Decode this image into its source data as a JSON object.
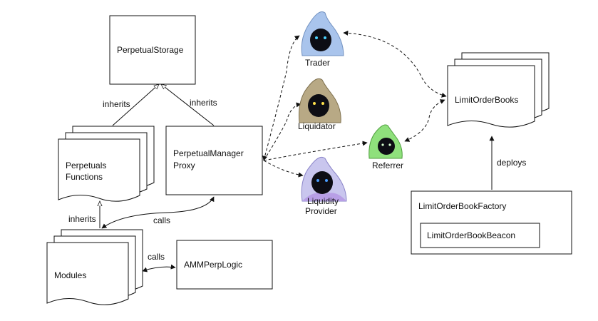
{
  "nodes": {
    "perpetual_storage": "PerpetualStorage",
    "perpetuals_functions_line1": "Perpetuals",
    "perpetuals_functions_line2": "Functions",
    "perpetual_manager_proxy_line1": "PerpetualManager",
    "perpetual_manager_proxy_line2": "Proxy",
    "modules": "Modules",
    "amm_perp_logic": "AMMPerpLogic",
    "limit_order_books": "LimitOrderBooks",
    "limit_order_book_factory": "LimitOrderBookFactory",
    "limit_order_book_beacon": "LimitOrderBookBeacon"
  },
  "actors": {
    "trader": "Trader",
    "liquidator": "Liquidator",
    "referrer": "Referrer",
    "liquidity_provider_line1": "Liquidity",
    "liquidity_provider_line2": "Provider"
  },
  "edges": {
    "inherits_left": "inherits",
    "inherits_right": "inherits",
    "inherits_modules": "inherits",
    "calls_proxy": "calls",
    "calls_amm": "calls",
    "deploys": "deploys"
  },
  "actor_colors": {
    "trader": "#a9c4ec",
    "liquidator": "#b8a985",
    "referrer": "#8fe07c",
    "liquidity_provider": "#b89fe6"
  }
}
